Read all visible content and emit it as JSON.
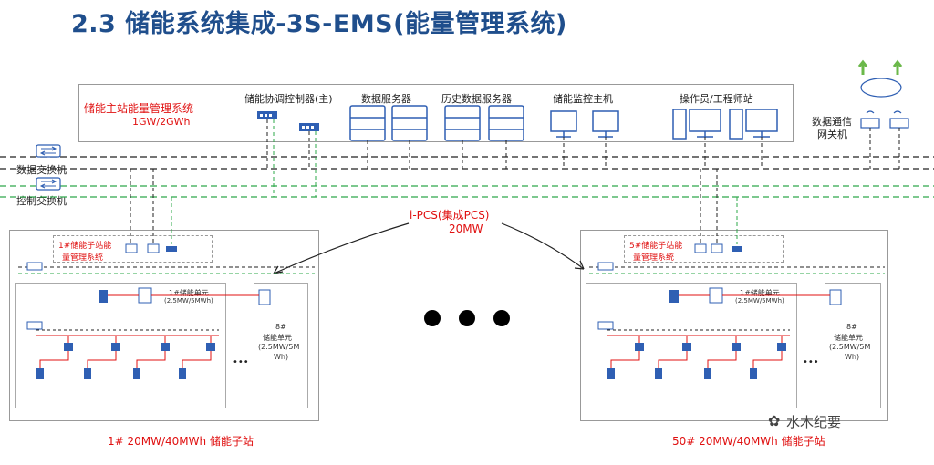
{
  "title": "2.3 储能系统集成-3S-EMS(能量管理系统)",
  "main_station": {
    "name": "储能主站能量管理系统",
    "capacity": "1GW/2GWh",
    "coordinator": "储能协调控制器(主)",
    "data_server": "数据服务器",
    "history_server": "历史数据服务器",
    "monitor_host": "储能监控主机",
    "operator_station": "操作员/工程师站"
  },
  "gateway": {
    "label_line1": "数据通信",
    "label_line2": "网关机"
  },
  "switches": {
    "data_switch": "数据交换机",
    "control_switch": "控制交换机"
  },
  "ipcs": {
    "line1": "i-PCS(集成PCS)",
    "line2": "20MW"
  },
  "substation_left": {
    "ems_line1": "1#储能子站能",
    "ems_line2": "量管理系统",
    "unit1_line1": "1#储能单元",
    "unit1_line2": "(2.5MW/5MWh)",
    "unit8_l1": "8#",
    "unit8_l2": "储能单元",
    "unit8_l3": "(2.5MW/5M",
    "unit8_l4": "Wh)",
    "ellipsis": "•••",
    "footer": "1# 20MW/40MWh 储能子站"
  },
  "substation_right": {
    "ems_line1": "5#储能子站能",
    "ems_line2": "量管理系统",
    "unit1_line1": "1#储能单元",
    "unit1_line2": "(2.5MW/5MWh)",
    "unit8_l1": "8#",
    "unit8_l2": "储能单元",
    "unit8_l3": "(2.5MW/5M",
    "unit8_l4": "Wh)",
    "ellipsis": "•••",
    "footer": "50# 20MW/40MWh 储能子站"
  },
  "watermark": "水木纪要",
  "colors": {
    "title": "#1f4e8c",
    "accent_red": "#e01010",
    "bus_black": "#222222",
    "bus_green": "#2ea84a",
    "device_blue": "#2f5fb3"
  }
}
